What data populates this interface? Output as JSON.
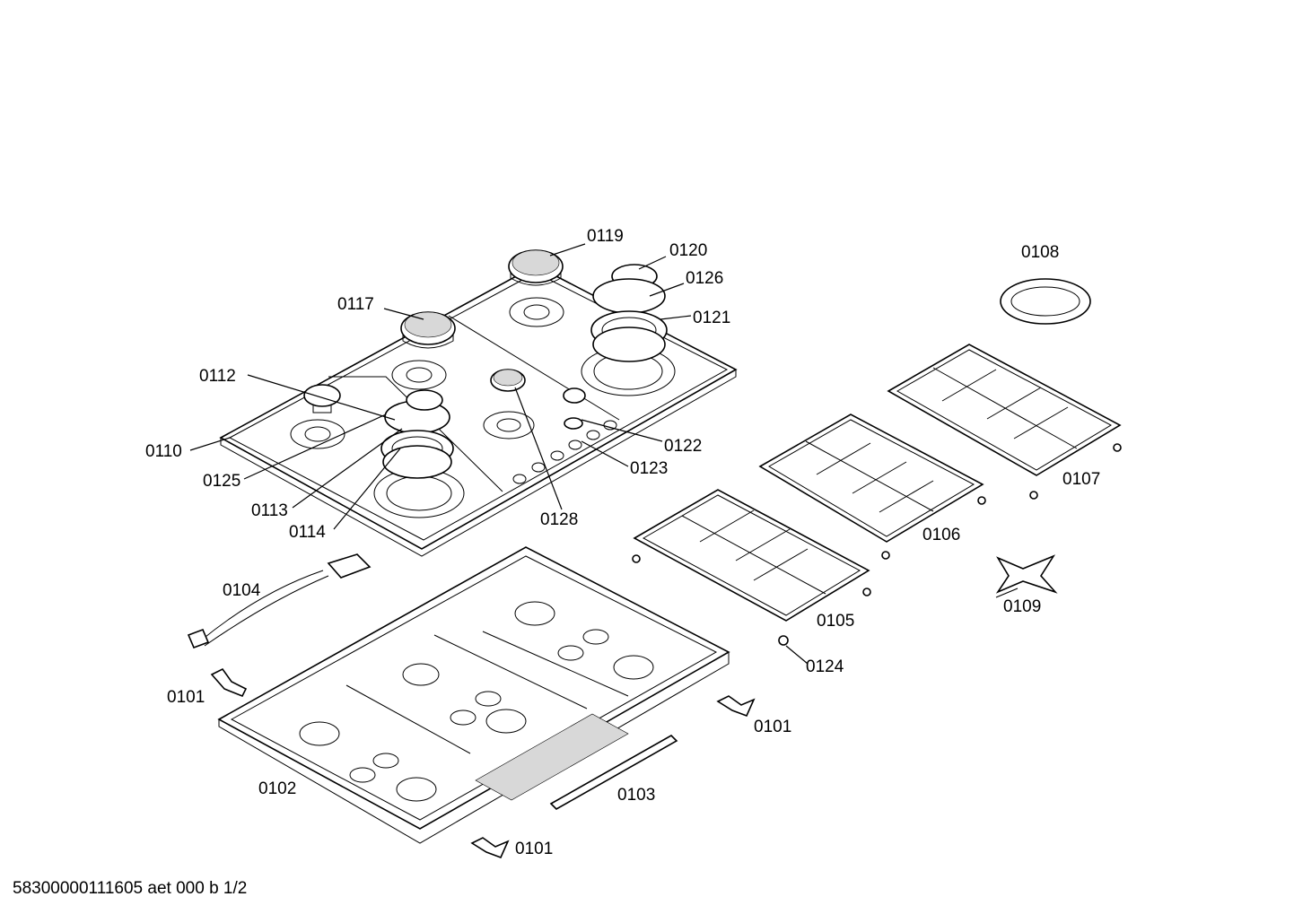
{
  "labels": {
    "p0119": "0119",
    "p0120": "0120",
    "p0126": "0126",
    "p0121": "0121",
    "p0117": "0117",
    "p0112": "0112",
    "p0110": "0110",
    "p0125": "0125",
    "p0113": "0113",
    "p0114": "0114",
    "p0128": "0128",
    "p0122": "0122",
    "p0123": "0123",
    "p0108": "0108",
    "p0107": "0107",
    "p0106": "0106",
    "p0105": "0105",
    "p0109": "0109",
    "p0124": "0124",
    "p0104": "0104",
    "p0101a": "0101",
    "p0101b": "0101",
    "p0101c": "0101",
    "p0102": "0102",
    "p0103": "0103"
  },
  "footer": "58300000111605 aet 000 b 1/2"
}
